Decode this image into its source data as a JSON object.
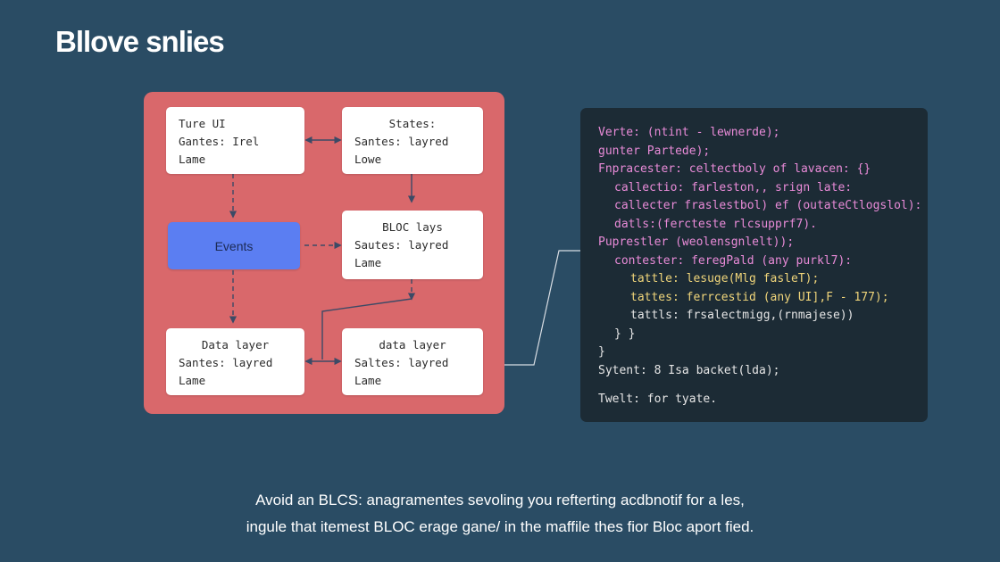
{
  "title": "Bllove snlies",
  "nodes": {
    "ture_ui": {
      "lines": [
        "Ture UI",
        "Gantes: Irel",
        "Lame"
      ]
    },
    "states": {
      "lines": [
        "States:",
        "Santes: layred",
        "Lowe"
      ]
    },
    "events": {
      "label": "Events"
    },
    "bloc": {
      "lines": [
        "BLOC lays",
        "Sautes: layred",
        "Lame"
      ]
    },
    "data_left": {
      "lines": [
        "Data layer",
        "Santes: layred",
        "Lame"
      ]
    },
    "data_right": {
      "lines": [
        "data layer",
        "Saltes: layred",
        "Lame"
      ]
    }
  },
  "code": {
    "lines": [
      {
        "text": "Verte: (ntint - lewnerde);",
        "color": "#e98bd8",
        "indent": 0
      },
      {
        "text": "gunter Partede);",
        "color": "#e98bd8",
        "indent": 0
      },
      {
        "text": "Fnpracester: celtectboly of lavacen: {}",
        "color": "#e98bd8",
        "indent": 0
      },
      {
        "text": "callectio: farleston,, srign late:",
        "color": "#e98bd8",
        "indent": 1
      },
      {
        "text": "callecter fraslestbol) ef (outateCtlogslol):",
        "color": "#e98bd8",
        "indent": 1
      },
      {
        "text": "datls:(fercteste rlcsupprf7).",
        "color": "#e98bd8",
        "indent": 1
      },
      {
        "text": "Puprestler (weolensgnlelt));",
        "color": "#e98bd8",
        "indent": 0
      },
      {
        "text": "contester: feregPald (any purkl7):",
        "color": "#e98bd8",
        "indent": 1
      },
      {
        "text": "tattle: lesuge(Mlg fasleT);",
        "color": "#f0d57a",
        "indent": 2
      },
      {
        "text": "tattes: ferrcestid (any UI],F - 177);",
        "color": "#f0d57a",
        "indent": 2
      },
      {
        "text": "tattls: frsalectmigg,(rnmajese))",
        "color": "#e6e6e6",
        "indent": 2
      },
      {
        "text": "} }",
        "color": "#e6e6e6",
        "indent": 1
      },
      {
        "text": "}",
        "color": "#e6e6e6",
        "indent": 0
      },
      {
        "text": "Sytent: 8 Isa backet(lda);",
        "color": "#e6e6e6",
        "indent": 0
      },
      {
        "text": "",
        "color": "#e6e6e6",
        "indent": 0
      },
      {
        "text": "Twelt: for tyate.",
        "color": "#e6e6e6",
        "indent": 0
      }
    ]
  },
  "caption": {
    "line1": "Avoid an BLCS: anagramentes sevoling you refterting acdbnotif for a les,",
    "line2": "ingule that itemest BLOC erage gane/ in the maffile thes fior Bloc aport fied."
  },
  "colors": {
    "background": "#2a4c64",
    "diagram_panel": "#d9686b",
    "events_node": "#5b7ef2",
    "code_panel": "#1c2b35",
    "connector": "#3c4a66"
  }
}
